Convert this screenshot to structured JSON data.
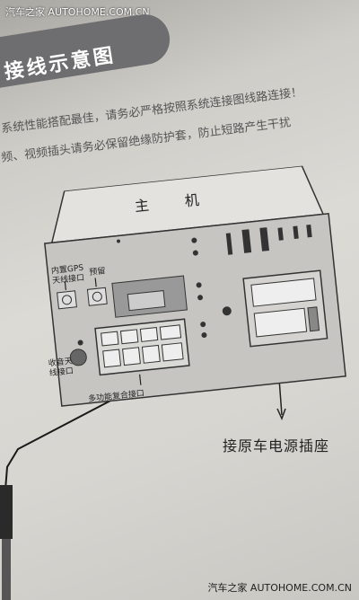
{
  "watermark": {
    "top": "汽车之家 AUTOHOME.COM.CN",
    "bottom": "汽车之家 AUTOHOME.COM.CN"
  },
  "page": {
    "title": "接线示意图",
    "note_line1": "系统性能搭配最佳，请务必严格按照系统连接图线路连接！",
    "note_line2": "频、视频插头请务必保留绝缘防护套，防止短路产生干扰"
  },
  "diagram": {
    "host_label": "主机",
    "gps_label_line1": "内置GPS",
    "gps_label_line2": "天线接口",
    "reserved_label": "预留",
    "radio_label_line1": "收音天",
    "radio_label_line2": "线接口",
    "multi_label": "多功能复合接口",
    "connector_label": "接原车电源插座"
  }
}
